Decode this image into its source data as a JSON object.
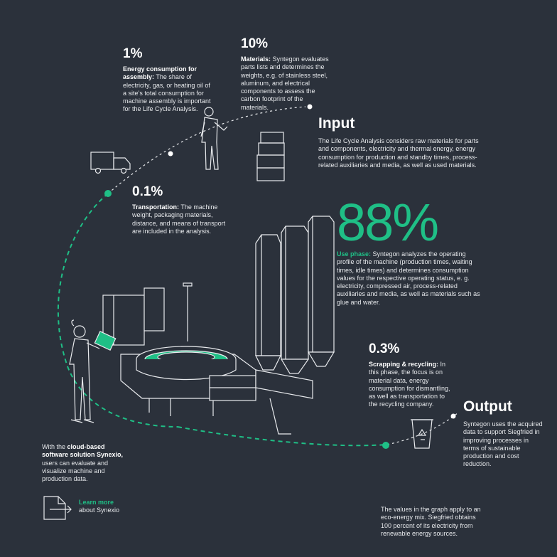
{
  "energy": {
    "percent": "1%",
    "title": "Energy consumption for assembly:",
    "body": "The share of electricity, gas, or heating oil of a site’s total consumption for machine assembly is important for the Life Cycle Analysis."
  },
  "materials": {
    "percent": "10%",
    "title": "Materials:",
    "body": "Syntegon evaluates parts lists and determines the weights, e.g. of stainless steel, aluminum, and electrical components to assess the carbon footprint of the materials."
  },
  "input": {
    "heading": "Input",
    "body": "The Life Cycle Analysis considers raw materials for parts and components, electricity and thermal energy, energy consumption for production and standby times, process-related auxiliaries and media, as well as used materials."
  },
  "transport": {
    "percent": "0.1%",
    "title": "Transportation:",
    "body": "The machine weight, packaging materials, distance, and means of transport are included in the analysis."
  },
  "use_phase": {
    "percent": "88%",
    "title": "Use phase:",
    "body": "Syntegon analyzes the operating profile of the machine (production times, waiting times, idle times) and determines consumption values for the respective operating status, e. g. electricity, compressed air, process-related auxiliaries and media, as well as materials such as glue and water."
  },
  "scrapping": {
    "percent": "0.3%",
    "title": "Scrapping & recycling:",
    "body": "In this phase, the focus is on material data, energy consumption for dismantling, as well as transportation to the recycling company."
  },
  "output": {
    "heading": "Output",
    "body": "Syntegon uses the acquired data to support Siegfried in improving processes in terms of sustainable production and cost reduction."
  },
  "synexio": {
    "lead": "With the ",
    "bold": "cloud-based software solution Synexio,",
    "rest": " users can evaluate and visualize machine and production data."
  },
  "learn_more": {
    "line1": "Learn more",
    "line2": "about Synexio"
  },
  "footnote": "The values in the graph apply to an eco-energy mix. Siegfried obtains 100 percent of its electricity from renewable energy sources.",
  "colors": {
    "background": "#2b313b",
    "accent": "#1fbf86",
    "line": "#e8eaed"
  },
  "icons": [
    "truck-icon",
    "worker-icon",
    "boxes-icon",
    "machine-illustration",
    "tablet-operator-icon",
    "recycle-bin-icon",
    "document-arrow-icon"
  ]
}
